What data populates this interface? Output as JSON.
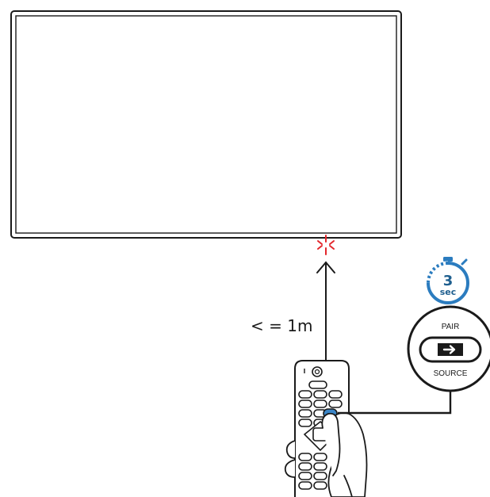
{
  "distance_label": "< = 1m",
  "timer": {
    "value": "3",
    "unit": "sec"
  },
  "button_callout": {
    "top_label": "PAIR",
    "bottom_label": "SOURCE"
  },
  "colors": {
    "outline": "#1a1a1a",
    "ir_flash": "#e3262b",
    "timer_accent": "#2b7cbf",
    "highlight_button": "#3a85c7"
  },
  "icons": {
    "ir_sensor": "ir-flash-icon",
    "timer": "stopwatch-icon",
    "source_button": "input-source-icon"
  }
}
